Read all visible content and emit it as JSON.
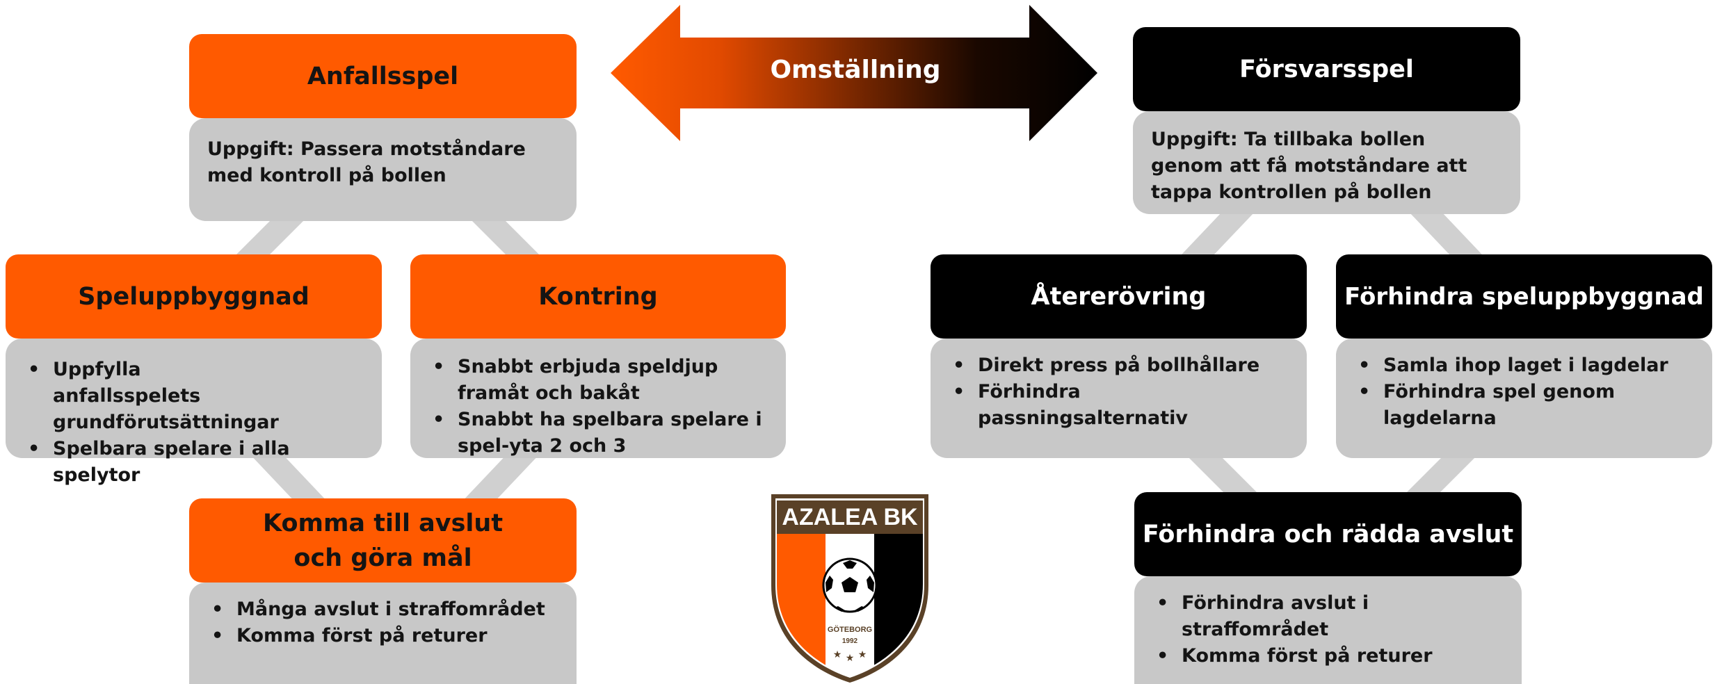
{
  "transition": {
    "label": "Omställning"
  },
  "attack": {
    "main": {
      "title": "Anfallsspel",
      "task": "Uppgift: Passera motståndare med kontroll på bollen"
    },
    "buildup": {
      "title": "Speluppbyggnad",
      "bullets": [
        "Uppfylla anfallsspelets grundförutsättningar",
        "Spelbara spelare  i alla spelytor"
      ]
    },
    "counter": {
      "title": "Kontring",
      "bullets": [
        "Snabbt erbjuda speldjup framåt och bakåt",
        "Snabbt ha spelbara spelare i spel-yta 2 och 3"
      ]
    },
    "finish": {
      "title_line1": "Komma till avslut",
      "title_line2": "och göra mål",
      "bullets": [
        "Många avslut i  straffområdet",
        "Komma först på returer"
      ]
    }
  },
  "defense": {
    "main": {
      "title": "Försvarsspel",
      "task": "Uppgift: Ta tillbaka bollen genom att få motståndare att tappa kontrollen på bollen"
    },
    "regain": {
      "title": "Återerövring",
      "bullets": [
        "Direkt press på bollhållare",
        "Förhindra passningsalternativ"
      ]
    },
    "prevent_buildup": {
      "title": "Förhindra speluppbyggnad",
      "bullets": [
        "Samla ihop laget i lagdelar",
        "Förhindra spel genom lagdelarna"
      ]
    },
    "prevent_finish": {
      "title": "Förhindra och rädda avslut",
      "bullets": [
        "Förhindra avslut i straffområdet",
        "Komma först på returer"
      ]
    }
  },
  "logo": {
    "name": "AZALEA BK",
    "city": "GÖTEBORG",
    "year": "1992"
  },
  "colors": {
    "orange": "#ff5a00",
    "black": "#000000",
    "grey": "#c8c8c8",
    "logo_brown": "#5a4127"
  }
}
